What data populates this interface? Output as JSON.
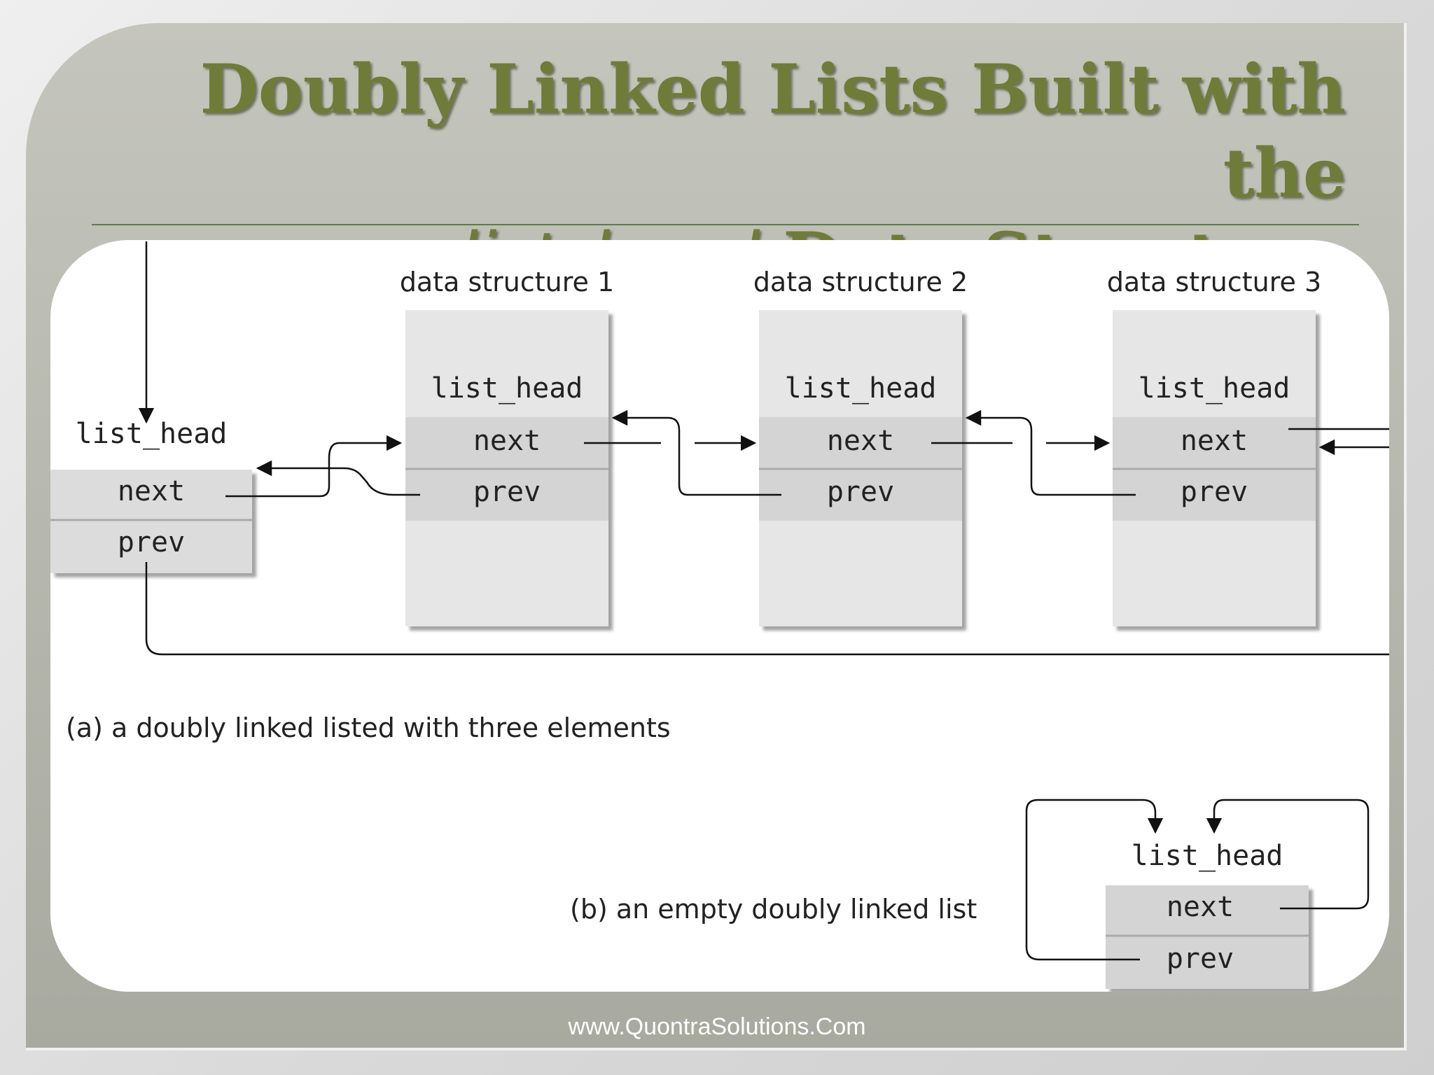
{
  "slide": {
    "title_line1": "Doubly Linked Lists Built with the",
    "title_line2_emphasis": "list_head",
    "title_line2_rest": " Data Structure",
    "footer_url": "www.QuontraSolutions.Com"
  },
  "figure": {
    "head_node": {
      "name": "list_head",
      "field_next": "next",
      "field_prev": "prev"
    },
    "structures": [
      {
        "title": "data structure 1",
        "node": "list_head",
        "field_next": "next",
        "field_prev": "prev"
      },
      {
        "title": "data structure 2",
        "node": "list_head",
        "field_next": "next",
        "field_prev": "prev"
      },
      {
        "title": "data structure 3",
        "node": "list_head",
        "field_next": "next",
        "field_prev": "prev"
      }
    ],
    "caption_a": "(a)  a doubly linked listed with three elements",
    "caption_b": "(b)  an empty doubly linked list",
    "empty_node": {
      "name": "list_head",
      "field_next": "next",
      "field_prev": "prev"
    }
  },
  "colors": {
    "title": "#6f7b39",
    "frame": "#b6b8ae",
    "box_fill": "#e6e6e6",
    "field_fill": "#d4d4d4",
    "footer_text": "#ffffff"
  }
}
